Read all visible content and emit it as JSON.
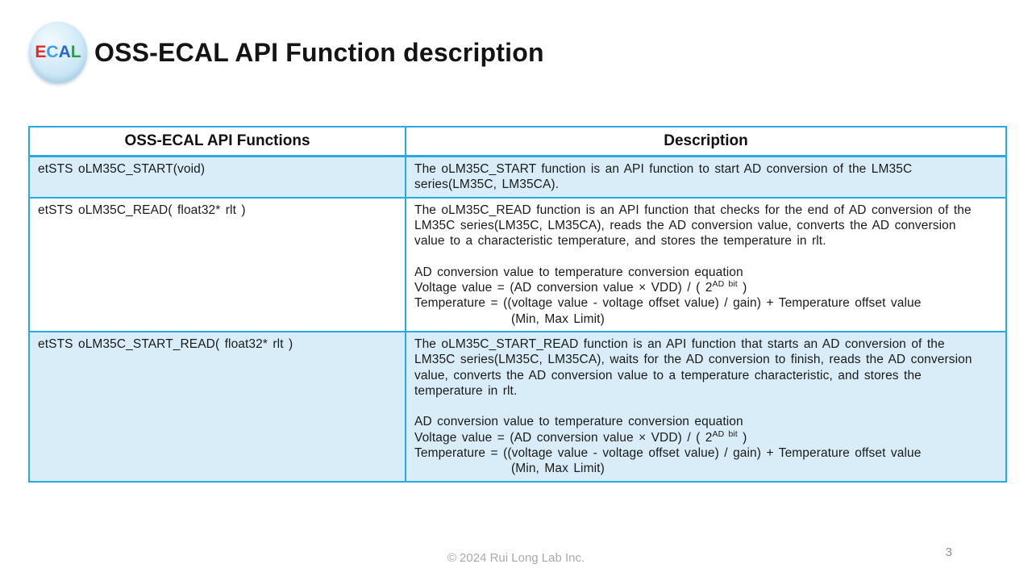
{
  "header": {
    "title": "OSS-ECAL API Function description"
  },
  "logo": {
    "letters": [
      "E",
      "C",
      "A",
      "L"
    ],
    "letter_colors": [
      "#e8251f",
      "#3fa0e8",
      "#2668c8",
      "#1fa33c"
    ],
    "background": "#d6ecf8"
  },
  "colors": {
    "table_border": "#2aa8e0",
    "row_highlight": "#d9edf8",
    "footer_text": "#a9a9a9"
  },
  "table": {
    "headers": [
      "OSS-ECAL API Functions",
      "Description"
    ],
    "rows": [
      {
        "function": "etSTS oLM35C_START(void)",
        "description": "The oLM35C_START function is an API function to start AD conversion of the LM35C series(LM35C, LM35CA)."
      },
      {
        "function": "etSTS oLM35C_READ( float32* rlt )",
        "description": "The oLM35C_READ function is an API function that checks for the end of AD conversion of the LM35C series(LM35C, LM35CA), reads the AD conversion value, converts the AD conversion value to a characteristic temperature, and stores the temperature in rlt.",
        "equation": {
          "heading": "AD conversion value to temperature conversion equation",
          "voltage_prefix": "Voltage value = (AD conversion value × VDD) / ( 2",
          "voltage_exponent": "AD bit",
          "voltage_suffix": " )",
          "temperature": "Temperature = ((voltage value - voltage offset value) / gain) + Temperature offset value",
          "limit": "(Min, Max Limit)"
        }
      },
      {
        "function": "etSTS oLM35C_START_READ( float32* rlt )",
        "description": "The oLM35C_START_READ function is an API function that starts an AD conversion of the LM35C series(LM35C, LM35CA), waits for the AD conversion to finish, reads the AD conversion value, converts the AD conversion value to a temperature characteristic, and stores the temperature in rlt.",
        "equation": {
          "heading": "AD conversion value to temperature conversion equation",
          "voltage_prefix": "Voltage value = (AD conversion value × VDD) / ( 2",
          "voltage_exponent": "AD bit",
          "voltage_suffix": " )",
          "temperature": "Temperature = ((voltage value - voltage offset value) / gain) + Temperature offset value",
          "limit": "(Min, Max Limit)"
        }
      }
    ]
  },
  "footer": {
    "copyright": "© 2024 Rui Long Lab Inc.",
    "page_number": "3"
  }
}
